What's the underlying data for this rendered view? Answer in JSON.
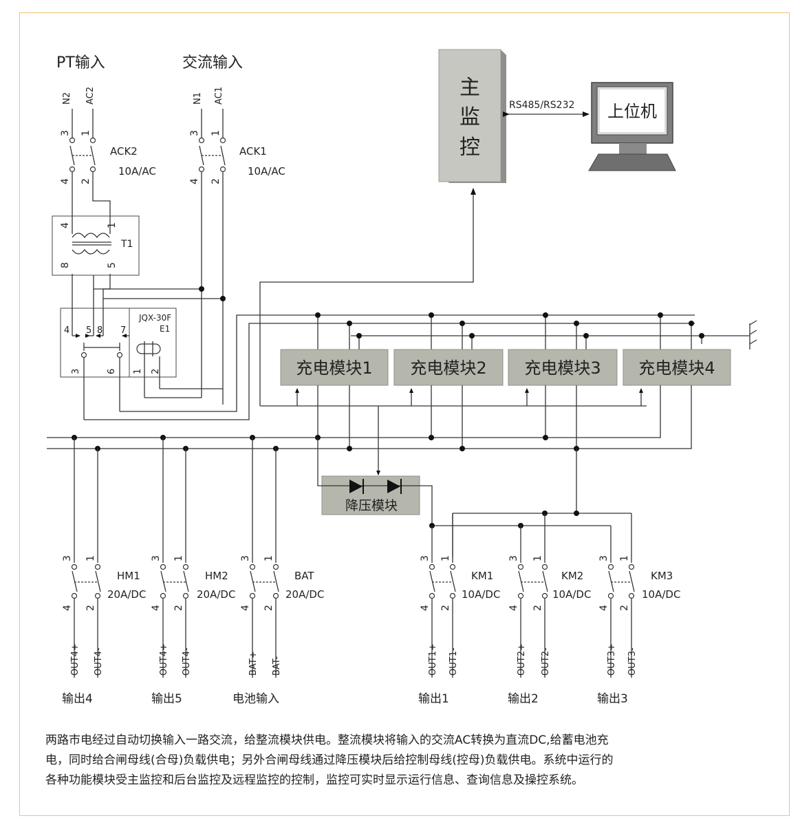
{
  "inputs": {
    "pt": "PT输入",
    "ac": "交流输入"
  },
  "main_monitor": {
    "chars": [
      "主",
      "监",
      "控"
    ]
  },
  "comm_label": "RS485/RS232",
  "host": "上位机",
  "ack2": {
    "name": "ACK2",
    "rating": "10A/AC",
    "top_terms": [
      "N2",
      "AC2"
    ]
  },
  "ack1": {
    "name": "ACK1",
    "rating": "10A/AC",
    "top_terms": [
      "N1",
      "AC1"
    ]
  },
  "transformer": {
    "name": "T1"
  },
  "relay": {
    "name": "JQX-30F",
    "sub": "E1"
  },
  "modules": [
    "充电模块1",
    "充电模块2",
    "充电模块3",
    "充电模块4"
  ],
  "step_down": "降压模块",
  "left_switches": [
    {
      "name": "HM1",
      "rating": "20A/DC",
      "terms": [
        "OUT4+",
        "OUT4-"
      ],
      "output": "输出4"
    },
    {
      "name": "HM2",
      "rating": "20A/DC",
      "terms": [
        "OUT4+",
        "OUT4-"
      ],
      "output": "输出5"
    },
    {
      "name": "BAT",
      "rating": "20A/DC",
      "terms": [
        "BAT+",
        "BAT-"
      ],
      "output": "电池输入"
    }
  ],
  "right_switches": [
    {
      "name": "KM1",
      "rating": "10A/DC",
      "terms": [
        "OUT1+",
        "OUT1-"
      ],
      "output": "输出1"
    },
    {
      "name": "KM2",
      "rating": "10A/DC",
      "terms": [
        "OUT2+",
        "OUT2-"
      ],
      "output": "输出2"
    },
    {
      "name": "KM3",
      "rating": "10A/DC",
      "terms": [
        "OUT3+",
        "OUT3-"
      ],
      "output": "输出3"
    }
  ],
  "description": [
    "两路市电经过自动切换输入一路交流，给整流模块供电。整流模块将输入的交流AC转换为直流DC,给蓄电池充",
    "电，同时给合闸母线(合母)负载供电；另外合闸母线通过降压模块后给控制母线(控母)负载供电。系统中运行的",
    "各种功能模块受主监控和后台监控及远程监控的控制，监控可实时显示运行信息、查询信息及操控系统。"
  ]
}
